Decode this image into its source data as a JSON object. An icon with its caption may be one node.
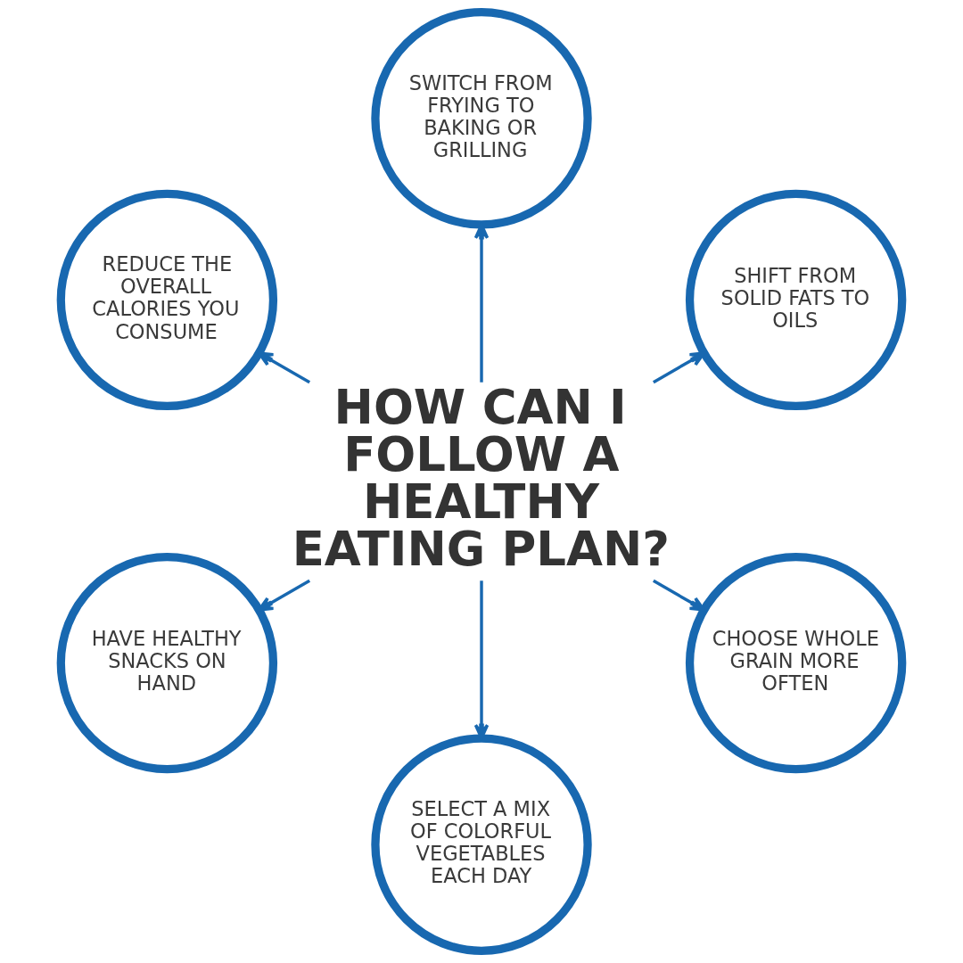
{
  "diagram": {
    "nodes": [
      {
        "text": [
          "SWITCH FROM FRYING TO BAKING OR GRILLING"
        ]
      },
      {
        "text": [
          "REDUCE THE OVERALL CALORIES YOU CONSUME"
        ]
      },
      {
        "text": [
          "SHIFT FROM SOLID FATS TO OILS"
        ]
      },
      {
        "text": [
          "HOW CAN I FOLLOW A HEALTHY EATING PLAN?"
        ]
      },
      {
        "text": [
          "HAVE HEALTHY SNACKS ON HAND"
        ]
      },
      {
        "text": [
          "CHOOSE WHOLE GRAIN MORE OFTEN"
        ]
      },
      {
        "text": [
          "SELECT A MIX OF COLORFUL VEGETABLES EACH DAY"
        ]
      }
    ],
    "edges": [
      {
        "from": 3,
        "to": 0,
        "arrow": "to"
      },
      {
        "from": 3,
        "to": 2,
        "arrow": "to"
      },
      {
        "from": 3,
        "to": 5,
        "arrow": "to"
      },
      {
        "from": 3,
        "to": 6,
        "arrow": "to"
      },
      {
        "from": 3,
        "to": 4,
        "arrow": "to"
      },
      {
        "from": 3,
        "to": 1,
        "arrow": "to"
      }
    ]
  }
}
